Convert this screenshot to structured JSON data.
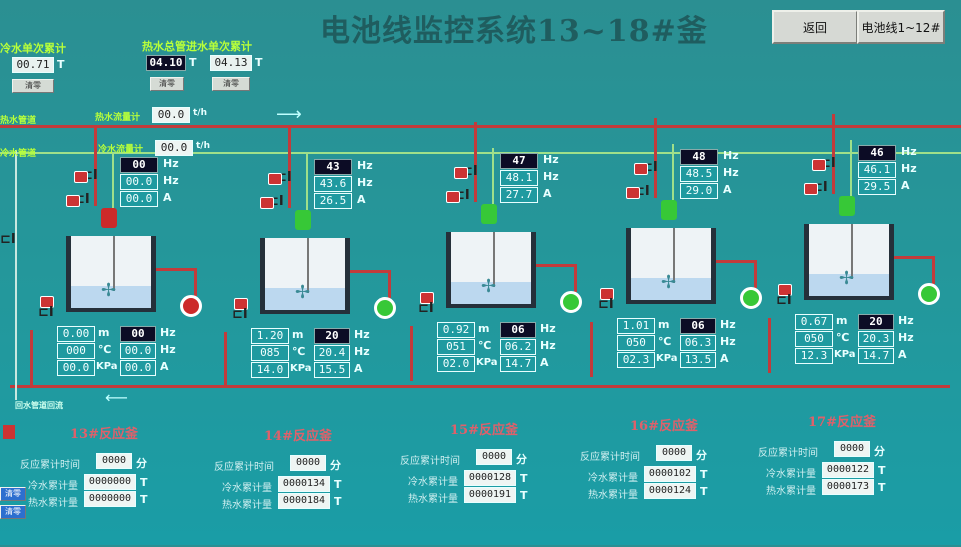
{
  "header": {
    "title": "电池线监控系统13~18#釜",
    "back_label": "返回",
    "line_label": "电池线1~12#"
  },
  "left_panel": {
    "cold_accum_label": "冷水单次累计",
    "cold_accum_value": "00.71",
    "cold_unit": "T",
    "cold_clear": "清零",
    "hot_accum_label": "热水总管进水单次累计",
    "hot_value_1": "04.10",
    "hot_unit_1": "T",
    "hot_value_2": "04.13",
    "hot_unit_2": "T",
    "hot_clear_1": "清零",
    "hot_clear_2": "清零",
    "hot_pipe_label": "热水管道",
    "hot_flow_label": "热水流量计",
    "hot_flow_value": "00.0",
    "hot_flow_unit": "t/h",
    "cold_pipe_label": "冷水管道",
    "cold_flow_label": "冷水流量计",
    "cold_flow_value": "00.0",
    "cold_flow_unit": "t/h",
    "return_label": "回水管道回流",
    "left_btn_1": "清零",
    "left_btn_2": "清零"
  },
  "reactors": [
    {
      "id": "13",
      "title": "13#反应釜",
      "top_hz": "00",
      "top_hz_u": "Hz",
      "top_v2": "00.0",
      "top_v2_u": "Hz",
      "top_a": "00.0",
      "top_a_u": "A",
      "level": "0.00",
      "level_u": "m",
      "temp": "000",
      "temp_u": "℃",
      "press": "00.0",
      "press_u": "KPa",
      "b_hz": "00",
      "b_hz_u": "Hz",
      "b_v2": "00.0",
      "b_v2_u": "Hz",
      "b_a": "00.0",
      "b_a_u": "A",
      "time_label": "反应累计时间",
      "time_value": "0000",
      "time_unit": "分",
      "cold_label": "冷水累计量",
      "cold_value": "0000000",
      "cold_unit": "T",
      "hot_label": "热水累计量",
      "hot_value": "0000000",
      "hot_unit": "T",
      "motor_color": "#cc2a2a"
    },
    {
      "id": "14",
      "title": "14#反应釜",
      "top_hz": "43",
      "top_hz_u": "Hz",
      "top_v2": "43.6",
      "top_v2_u": "Hz",
      "top_a": "26.5",
      "top_a_u": "A",
      "level": "1.20",
      "level_u": "m",
      "temp": "085",
      "temp_u": "℃",
      "press": "14.0",
      "press_u": "KPa",
      "b_hz": "20",
      "b_hz_u": "Hz",
      "b_v2": "20.4",
      "b_v2_u": "Hz",
      "b_a": "15.5",
      "b_a_u": "A",
      "time_label": "反应累计时间",
      "time_value": "0000",
      "time_unit": "分",
      "cold_label": "冷水累计量",
      "cold_value": "0000134",
      "cold_unit": "T",
      "hot_label": "热水累计量",
      "hot_value": "0000184",
      "hot_unit": "T",
      "motor_color": "#37c837"
    },
    {
      "id": "15",
      "title": "15#反应釜",
      "top_hz": "47",
      "top_hz_u": "Hz",
      "top_v2": "48.1",
      "top_v2_u": "Hz",
      "top_a": "27.7",
      "top_a_u": "A",
      "level": "0.92",
      "level_u": "m",
      "temp": "051",
      "temp_u": "℃",
      "press": "02.0",
      "press_u": "KPa",
      "b_hz": "06",
      "b_hz_u": "Hz",
      "b_v2": "06.2",
      "b_v2_u": "Hz",
      "b_a": "14.7",
      "b_a_u": "A",
      "time_label": "反应累计时间",
      "time_value": "0000",
      "time_unit": "分",
      "cold_label": "冷水累计量",
      "cold_value": "0000128",
      "cold_unit": "T",
      "hot_label": "热水累计量",
      "hot_value": "0000191",
      "hot_unit": "T",
      "motor_color": "#37c837"
    },
    {
      "id": "16",
      "title": "16#反应釜",
      "top_hz": "48",
      "top_hz_u": "Hz",
      "top_v2": "48.5",
      "top_v2_u": "Hz",
      "top_a": "29.0",
      "top_a_u": "A",
      "level": "1.01",
      "level_u": "m",
      "temp": "050",
      "temp_u": "℃",
      "press": "02.3",
      "press_u": "KPa",
      "b_hz": "06",
      "b_hz_u": "Hz",
      "b_v2": "06.3",
      "b_v2_u": "Hz",
      "b_a": "13.5",
      "b_a_u": "A",
      "time_label": "反应累计时间",
      "time_value": "0000",
      "time_unit": "分",
      "cold_label": "冷水累计量",
      "cold_value": "0000102",
      "cold_unit": "T",
      "hot_label": "热水累计量",
      "hot_value": "0000124",
      "hot_unit": "T",
      "motor_color": "#37c837"
    },
    {
      "id": "17",
      "title": "17#反应釜",
      "top_hz": "46",
      "top_hz_u": "Hz",
      "top_v2": "46.1",
      "top_v2_u": "Hz",
      "top_a": "29.5",
      "top_a_u": "A",
      "level": "0.67",
      "level_u": "m",
      "temp": "050",
      "temp_u": "℃",
      "press": "12.3",
      "press_u": "KPa",
      "b_hz": "20",
      "b_hz_u": "Hz",
      "b_v2": "20.3",
      "b_v2_u": "Hz",
      "b_a": "14.7",
      "b_a_u": "A",
      "time_label": "反应累计时间",
      "time_value": "0000",
      "time_unit": "分",
      "cold_label": "冷水累计量",
      "cold_value": "0000122",
      "cold_unit": "T",
      "hot_label": "热水累计量",
      "hot_value": "0000173",
      "hot_unit": "T",
      "motor_color": "#37c837"
    }
  ]
}
